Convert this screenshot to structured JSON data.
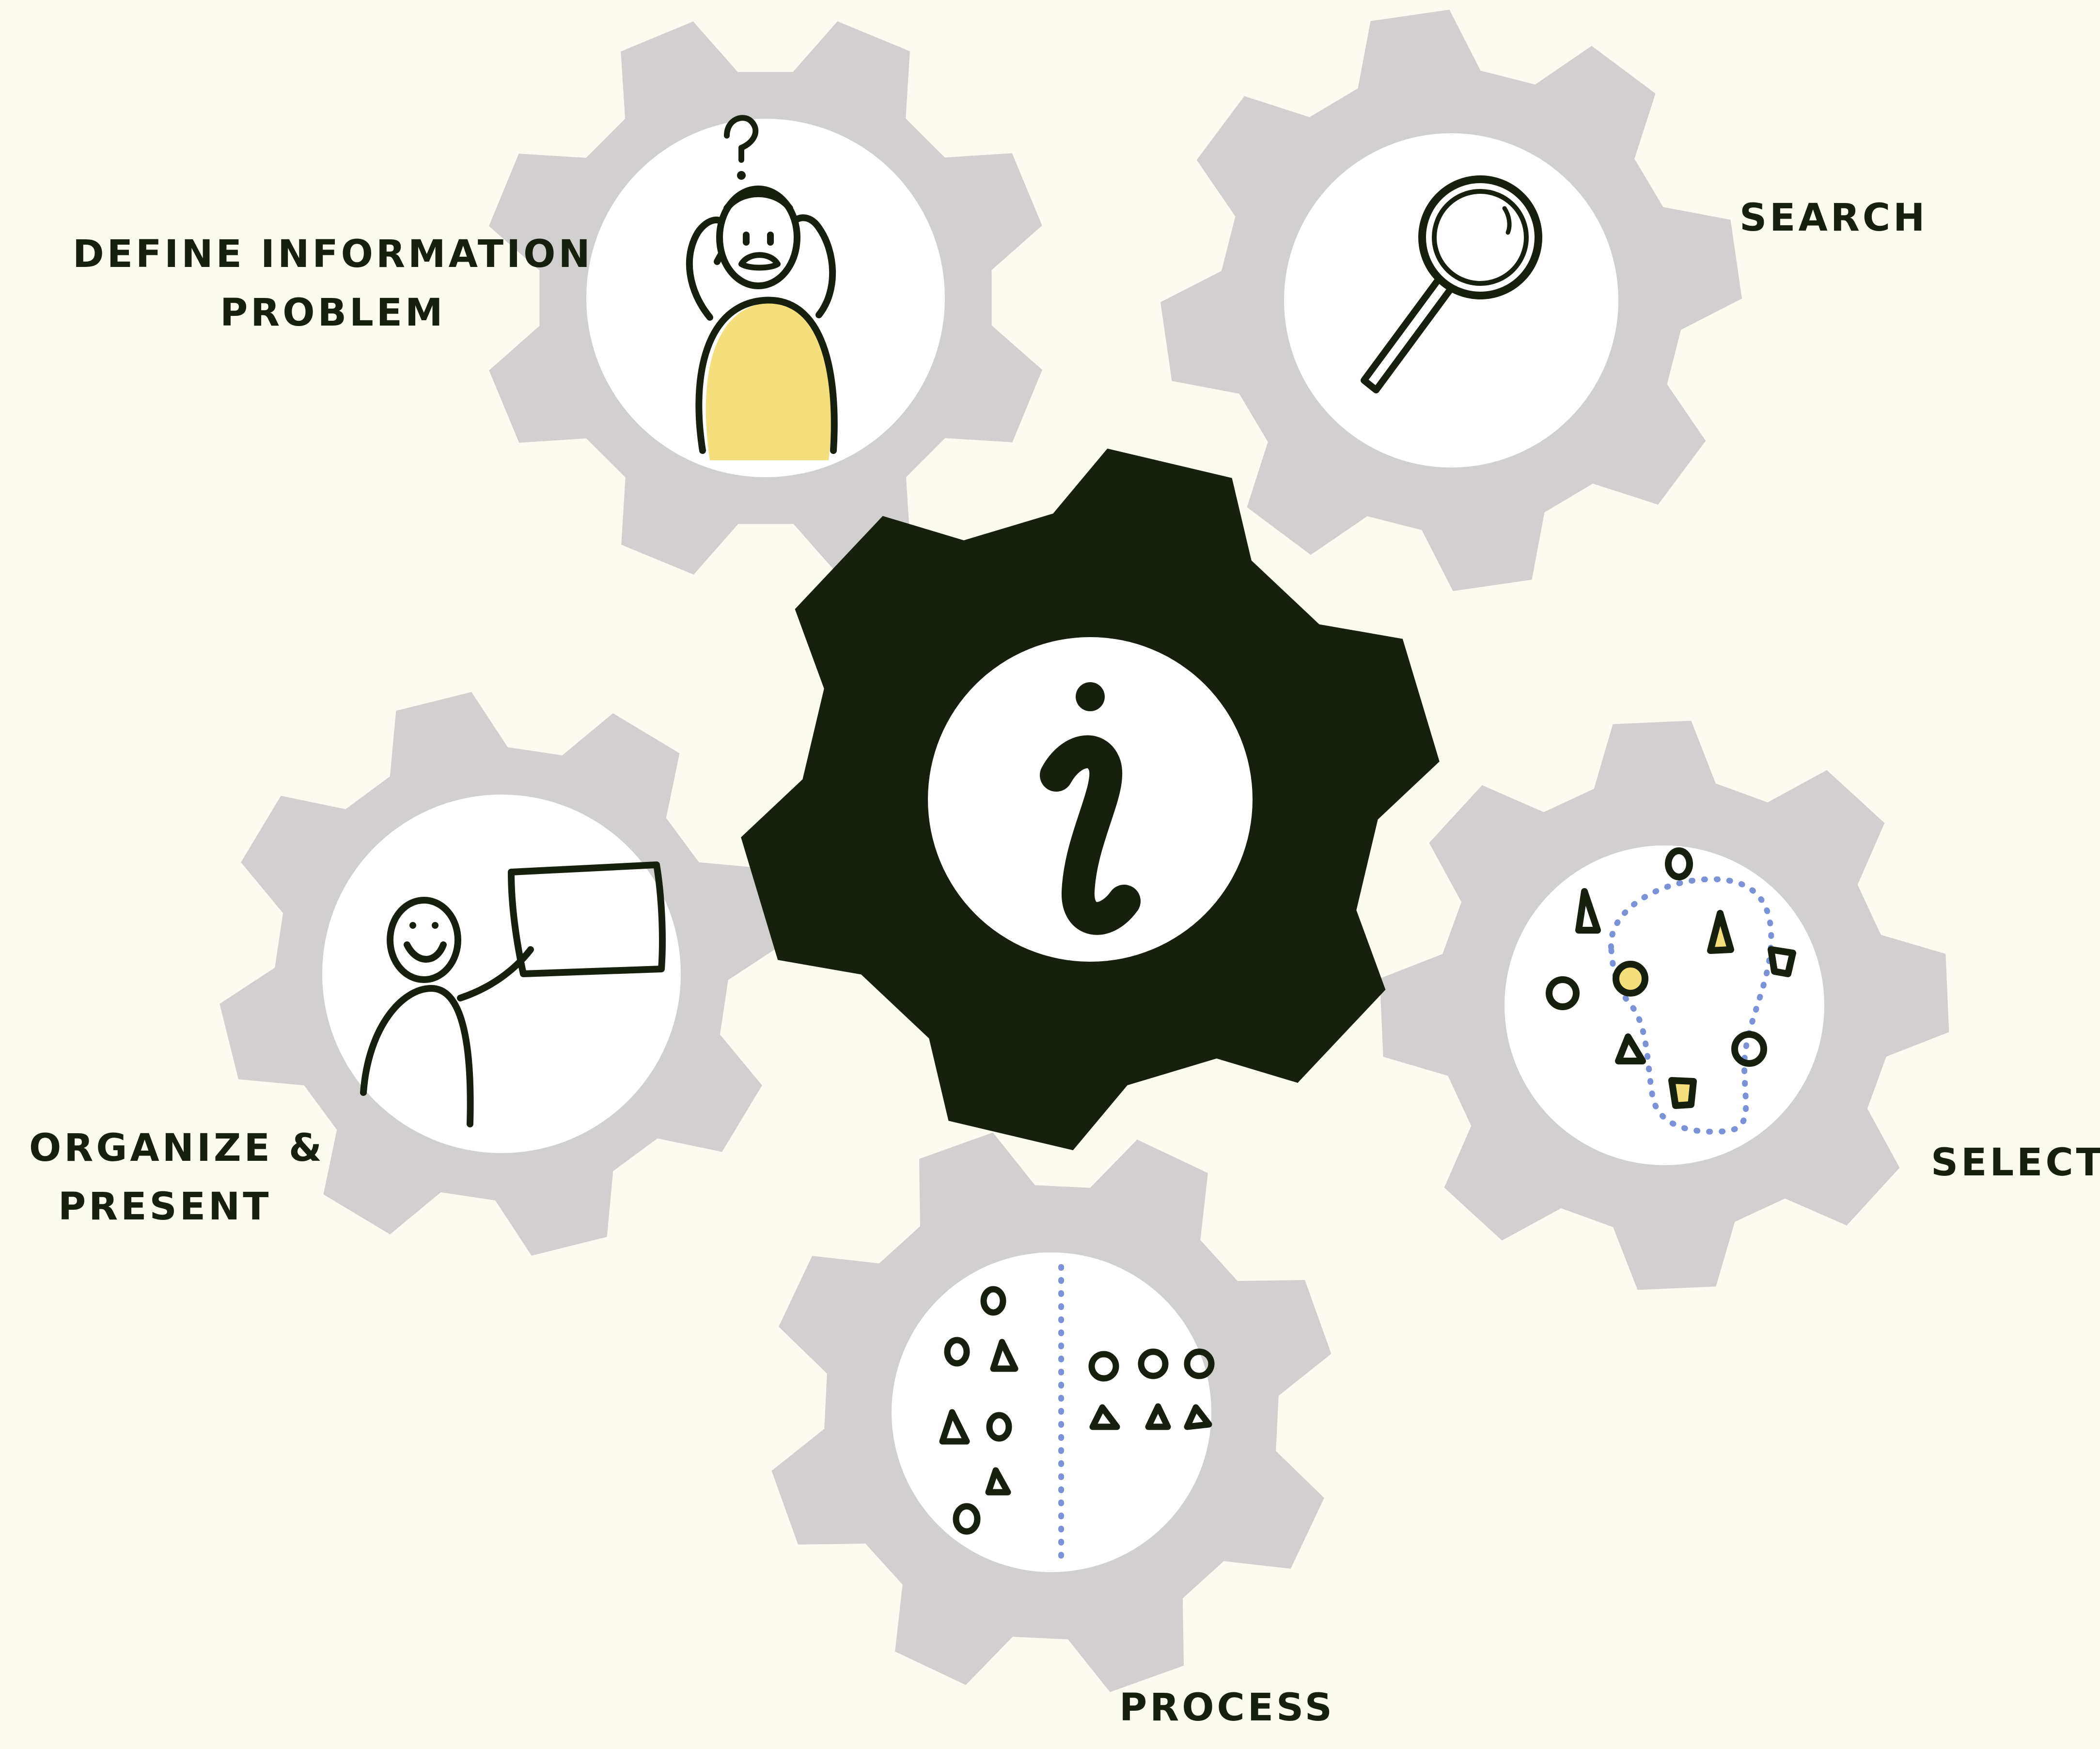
{
  "diagram": {
    "center": {
      "symbol": "i",
      "icon": "info-icon"
    },
    "steps": [
      {
        "id": "define",
        "label_lines": [
          "DEFINE INFORMATION",
          "PROBLEM"
        ],
        "icon": "confused-person-icon"
      },
      {
        "id": "search",
        "label_lines": [
          "SEARCH"
        ],
        "icon": "magnifying-glass-icon"
      },
      {
        "id": "select",
        "label_lines": [
          "SELECT"
        ],
        "icon": "selected-shapes-icon"
      },
      {
        "id": "process",
        "label_lines": [
          "PROCESS"
        ],
        "icon": "sorted-shapes-icon"
      },
      {
        "id": "organize",
        "label_lines": [
          "ORGANIZE &",
          "PRESENT"
        ],
        "icon": "presenter-icon"
      }
    ]
  },
  "colors": {
    "background": "#fcfbf1",
    "gear_gray": "#d1cfcf",
    "center_gear": "#17200e",
    "ink": "#17200e",
    "highlight_yellow": "#f5de7c",
    "dotted_blue": "#7c92d6",
    "inner_disc": "#ffffff"
  }
}
